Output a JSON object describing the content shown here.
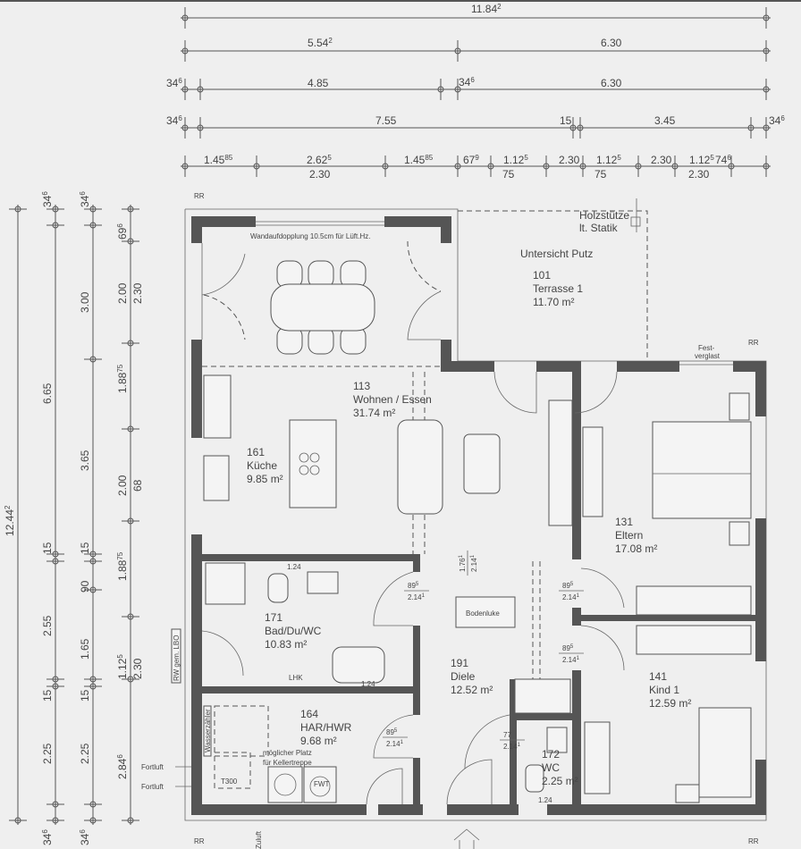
{
  "dimensions": {
    "top_rows": [
      [
        {
          "t": "11.84",
          "s": "2"
        }
      ],
      [
        {
          "t": "5.54",
          "s": "2"
        },
        {
          "t": "6.30",
          "s": ""
        }
      ],
      [
        {
          "t": "34",
          "s": "6"
        },
        {
          "t": "4.85",
          "s": ""
        },
        {
          "t": "34",
          "s": "6"
        },
        {
          "t": "6.30",
          "s": ""
        }
      ],
      [
        {
          "t": "34",
          "s": "6"
        },
        {
          "t": "7.55",
          "s": ""
        },
        {
          "t": "15",
          "s": ""
        },
        {
          "t": "3.45",
          "s": ""
        },
        {
          "t": "34",
          "s": "6"
        }
      ],
      [
        {
          "t": "1.45",
          "s": "85"
        },
        {
          "t": "2.62",
          "s": "5"
        },
        {
          "t": "2.30",
          "s": ""
        },
        {
          "t": "1.45",
          "s": "85"
        },
        {
          "t": "67",
          "s": "9"
        },
        {
          "t": "1.12",
          "s": "5"
        },
        {
          "t": "2.30",
          "s": ""
        },
        {
          "t": "75",
          "s": ""
        },
        {
          "t": "1.12",
          "s": "5"
        },
        {
          "t": "2.30",
          "s": ""
        },
        {
          "t": "75",
          "s": ""
        },
        {
          "t": "1.12",
          "s": "5"
        },
        {
          "t": "2.30",
          "s": ""
        },
        {
          "t": "74",
          "s": "6"
        }
      ]
    ],
    "left_cols": [
      [
        {
          "t": "12.44",
          "s": "2"
        }
      ],
      [
        {
          "t": "34",
          "s": "6"
        },
        {
          "t": "6.65",
          "s": ""
        },
        {
          "t": "15",
          "s": ""
        },
        {
          "t": "2.55",
          "s": ""
        },
        {
          "t": "15",
          "s": ""
        },
        {
          "t": "2.25",
          "s": ""
        },
        {
          "t": "34",
          "s": "6"
        }
      ],
      [
        {
          "t": "34",
          "s": "6"
        },
        {
          "t": "3.00",
          "s": ""
        },
        {
          "t": "3.65",
          "s": ""
        },
        {
          "t": "15",
          "s": ""
        },
        {
          "t": "90",
          "s": ""
        },
        {
          "t": "1.65",
          "s": ""
        },
        {
          "t": "15",
          "s": ""
        },
        {
          "t": "2.25",
          "s": ""
        },
        {
          "t": "34",
          "s": "6"
        }
      ],
      [
        {
          "t": "69",
          "s": "6"
        },
        {
          "t": "2.00",
          "s": ""
        },
        {
          "t": "2.30",
          "s": ""
        },
        {
          "t": "1.88",
          "s": "75"
        },
        {
          "t": "2.00",
          "s": ""
        },
        {
          "t": "68",
          "s": ""
        },
        {
          "t": "1.88",
          "s": "75"
        },
        {
          "t": "1.12",
          "s": "5"
        },
        {
          "t": "2.30",
          "s": ""
        },
        {
          "t": "2.84",
          "s": "6"
        }
      ]
    ]
  },
  "rooms": [
    {
      "number": "101",
      "name": "Terrasse 1",
      "area": "11.70 m²"
    },
    {
      "number": "113",
      "name": "Wohnen / Essen",
      "area": "31.74 m²"
    },
    {
      "number": "161",
      "name": "Küche",
      "area": "9.85 m²"
    },
    {
      "number": "131",
      "name": "Eltern",
      "area": "17.08 m²"
    },
    {
      "number": "171",
      "name": "Bad/Du/WC",
      "area": "10.83 m²"
    },
    {
      "number": "191",
      "name": "Diele",
      "area": "12.52 m²"
    },
    {
      "number": "141",
      "name": "Kind 1",
      "area": "12.59 m²"
    },
    {
      "number": "164",
      "name": "HAR/HWR",
      "area": "9.68 m²"
    },
    {
      "number": "172",
      "name": "WC",
      "area": "2.25 m²"
    }
  ],
  "doors": [
    {
      "w": "89",
      "ws": "5",
      "h": "2.14",
      "hs": "1"
    },
    {
      "w": "89",
      "ws": "5",
      "h": "2.14",
      "hs": "1"
    },
    {
      "w": "89",
      "ws": "5",
      "h": "2.14",
      "hs": "1"
    },
    {
      "w": "89",
      "ws": "5",
      "h": "2.14",
      "hs": "1"
    },
    {
      "w": "77",
      "ws": "",
      "h": "2.14",
      "hs": "1"
    },
    {
      "w": "1.76",
      "ws": "1",
      "h": "2.14",
      "hs": "1"
    }
  ],
  "annotations": {
    "wall_note": "Wandaufdopplung 10.5cm für Lüft.Hz.",
    "column_1": "Holzstütze",
    "column_2": "lt. Statik",
    "ceiling": "Untersicht Putz",
    "fixed_1": "Fest-",
    "fixed_2": "verglast",
    "hatch": "Bodenluke",
    "lhk": "LHK",
    "width_bath": "1.24",
    "width_tub": "1.24",
    "width_wc": "1.24",
    "stairs_1": "möglicher Platz",
    "stairs_2": "für Kellertreppe",
    "tank": "T300",
    "fwt": "FWT",
    "water_meter": "Wasserzähler",
    "rainwater": "RW gem. LBO",
    "exhaust_1": "Fortluft",
    "exhaust_2": "Fortluft",
    "intake": "Zuluft",
    "rr": [
      "RR",
      "RR",
      "RR",
      "RR"
    ]
  }
}
